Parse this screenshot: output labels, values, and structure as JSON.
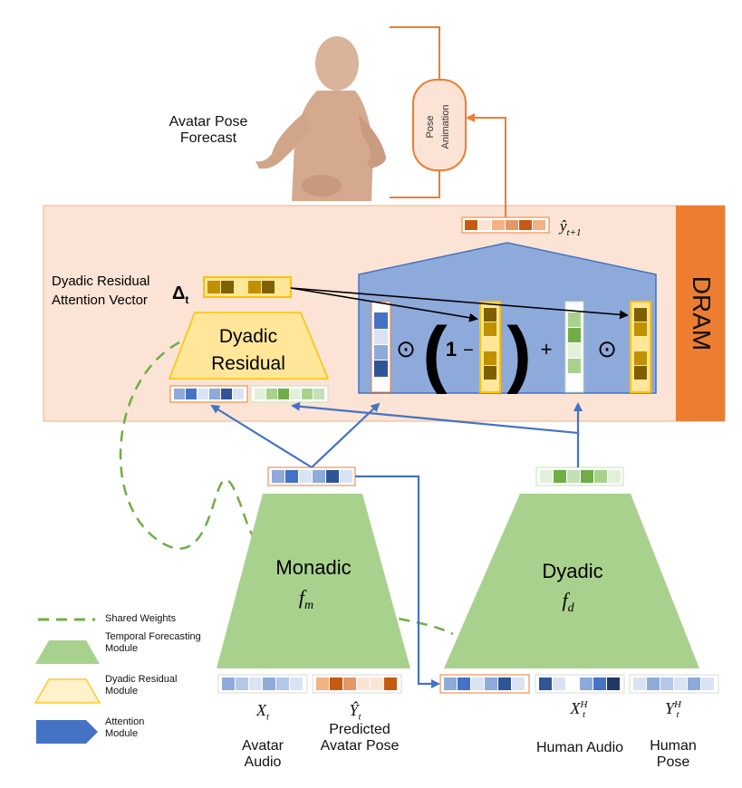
{
  "avatar": {
    "forecast_label_line1": "Avatar Pose",
    "forecast_label_line2": "Forecast",
    "pose_animation_line1": "Pose",
    "pose_animation_line2": "Animation"
  },
  "dram": {
    "label": "DRAM",
    "output_label_base": "ŷ",
    "output_label_sub": "t+1",
    "delta_label_line1": "Dyadic Residual",
    "delta_label_line2": "Attention Vector",
    "delta_symbol": "Δ",
    "delta_sub": "t",
    "dyadic_residual_line1": "Dyadic",
    "dyadic_residual_line2": "Residual",
    "op_odot_1": "⊙",
    "op_one": "1",
    "op_minus": "−",
    "op_plus": "+",
    "op_odot_2": "⊙",
    "paren_left": "(",
    "paren_right": ")"
  },
  "modules": {
    "monadic_name": "Monadic",
    "monadic_symbol_base": "f",
    "monadic_symbol_sub": "m",
    "dyadic_name": "Dyadic",
    "dyadic_symbol_base": "f",
    "dyadic_symbol_sub": "d"
  },
  "inputs": {
    "x_t_base": "X",
    "x_t_sub": "t",
    "x_t_line1": "Avatar",
    "x_t_line2": "Audio",
    "y_hat_base": "Ŷ",
    "y_hat_sub": "t",
    "y_hat_line1": "Predicted",
    "y_hat_line2": "Avatar Pose",
    "x_h_base": "X",
    "x_h_sub": "t",
    "x_h_sup": "H",
    "x_h_line1": "Human Audio",
    "y_h_base": "Y",
    "y_h_sub": "t",
    "y_h_sup": "H",
    "y_h_line1": "Human",
    "y_h_line2": "Pose"
  },
  "legend": {
    "shared_weights": "Shared Weights",
    "temporal_line1": "Temporal Forecasting",
    "temporal_line2": "Module",
    "residual_line1": "Dyadic Residual",
    "residual_line2": "Module",
    "attention_line1": "Attention",
    "attention_line2": "Module"
  },
  "colors": {
    "dram_panel": "#fbe4d5",
    "dram_border": "#f3c6a6",
    "dram_bar": "#ed7d31",
    "attention_blue": "#8eaadb",
    "attention_stroke": "#4472c4",
    "green_module": "#a9d18e",
    "yellow_module": "#ffe699",
    "yellow_stroke": "#ffc000",
    "arrow_blue": "#4472c4",
    "arrow_orange": "#ed7d31",
    "dashed_green": "#70ad47"
  }
}
